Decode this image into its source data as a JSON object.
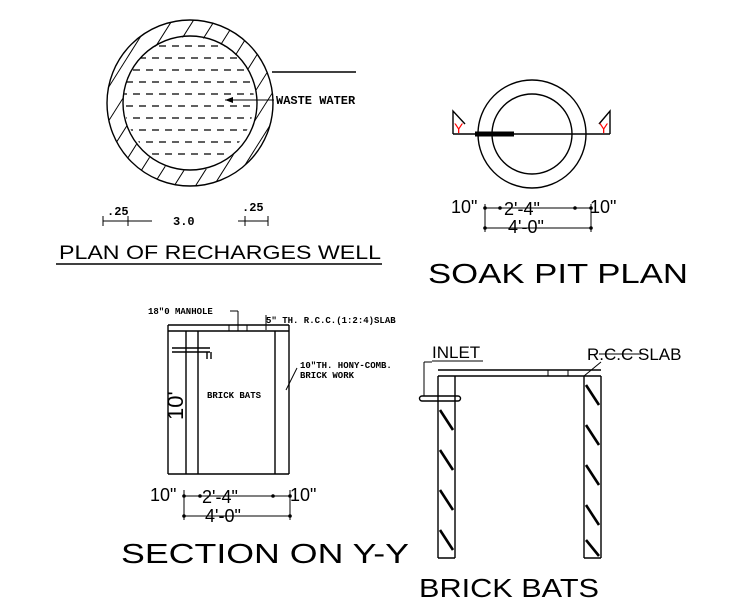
{
  "plan_recharge": {
    "title": "PLAN OF RECHARGES WELL",
    "waste_water": "WASTE WATER",
    "dim_left": ".25",
    "dim_mid": "3.0",
    "dim_right": ".25"
  },
  "soak_pit": {
    "title": "SOAK PIT PLAN",
    "section_mark": "Y",
    "dim_left": "10\"",
    "dim_mid": "2'-4\"",
    "dim_right": "10\"",
    "dim_total": "4'-0\""
  },
  "section": {
    "title": "SECTION ON Y-Y",
    "manhole": "18\"0 MANHOLE",
    "slab": "5\" TH. R.C.C.(1:2:4)SLAB",
    "brickwork_line1": "10\"TH. HONY-COMB.",
    "brickwork_line2": "BRICK WORK",
    "brick_bats": "BRICK BATS",
    "height": "10'",
    "dim_left": "10\"",
    "dim_mid": "2'-4\"",
    "dim_right": "10\"",
    "dim_total": "4'-0\""
  },
  "elevation": {
    "inlet": "INLET",
    "rcc_slab": "R.C.C SLAB",
    "brick_bats": "BRICK BATS"
  },
  "colors": {
    "line": "#000000",
    "section_marker": "#ff0000"
  }
}
